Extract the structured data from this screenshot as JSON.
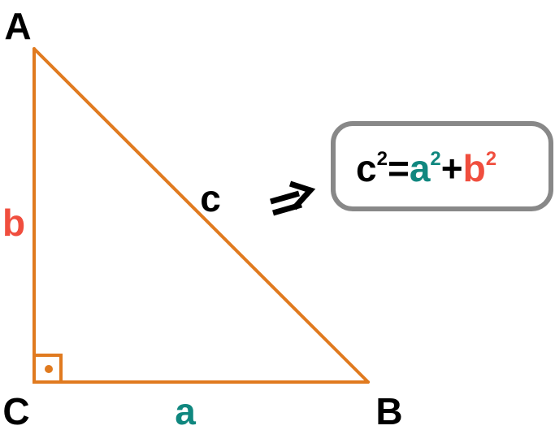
{
  "colors": {
    "triangle": "#E07A1F",
    "side_a": "#10877F",
    "side_b": "#F04E3E",
    "text": "#000000",
    "box_border": "#888888"
  },
  "vertices": {
    "A": "A",
    "B": "B",
    "C": "C"
  },
  "sides": {
    "a": "a",
    "b": "b",
    "c": "c"
  },
  "formula": {
    "c": "c",
    "c_exp": "2",
    "equals": "=",
    "a": "a",
    "a_exp": "2",
    "plus": "+",
    "b": "b",
    "b_exp": "2"
  },
  "icons": {
    "implies": "implies-arrow-icon",
    "right_angle": "right-angle-icon"
  }
}
